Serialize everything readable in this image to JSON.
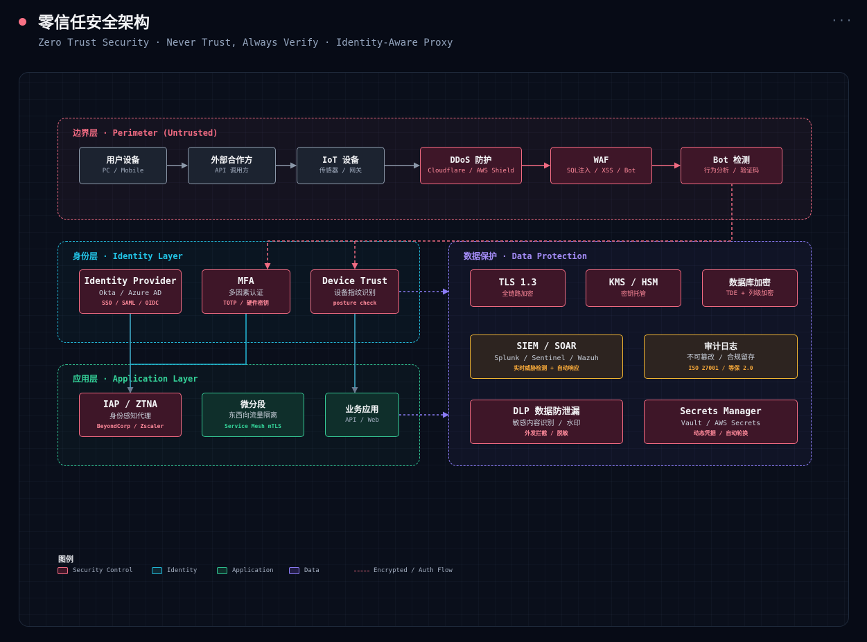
{
  "header": {
    "title": "零信任安全架构",
    "subtitle": "Zero Trust Security · Never Trust, Always Verify · Identity-Aware Proxy",
    "menu_icon": "ellipsis-icon"
  },
  "colors": {
    "perimeter": "#f16b82",
    "identity": "#22b8d8",
    "application": "#2fbf8f",
    "data": "#8b7cf6",
    "siem": "#f0b432"
  },
  "zones": {
    "perimeter": "边界层 · Perimeter (Untrusted)",
    "identity": "身份层 · Identity Layer",
    "application": "应用层 · Application Layer",
    "data": "数据保护 · Data Protection"
  },
  "nodes": {
    "user_device": {
      "title": "用户设备",
      "sub": "PC / Mobile"
    },
    "partner": {
      "title": "外部合作方",
      "sub": "API 调用方"
    },
    "iot": {
      "title": "IoT 设备",
      "sub": "传感器 / 网关"
    },
    "ddos": {
      "title": "DDoS 防护",
      "sub": "Cloudflare / AWS Shield"
    },
    "waf": {
      "title": "WAF",
      "sub": "SQL注入 / XSS / Bot"
    },
    "bot": {
      "title": "Bot 检测",
      "sub": "行为分析 / 验证码"
    },
    "idp": {
      "title": "Identity Provider",
      "sub": "Okta / Azure AD",
      "detail": "SSO / SAML / OIDC"
    },
    "mfa": {
      "title": "MFA",
      "sub": "多因素认证",
      "detail": "TOTP / 硬件密钥"
    },
    "device_trust": {
      "title": "Device Trust",
      "sub": "设备指纹识别",
      "detail": "posture check"
    },
    "iap": {
      "title": "IAP / ZTNA",
      "sub": "身份感知代理",
      "detail": "BeyondCorp / Zscaler"
    },
    "microseg": {
      "title": "微分段",
      "sub": "东西向流量隔离",
      "detail": "Service Mesh mTLS"
    },
    "bizapp": {
      "title": "业务应用",
      "sub": "API / Web"
    },
    "tls": {
      "title": "TLS 1.3",
      "sub": "全链路加密"
    },
    "kms": {
      "title": "KMS / HSM",
      "sub": "密钥托管"
    },
    "dbenc": {
      "title": "数据库加密",
      "sub": "TDE + 列级加密"
    },
    "siem": {
      "title": "SIEM / SOAR",
      "sub": "Splunk / Sentinel / Wazuh",
      "detail": "实时威胁检测 + 自动响应"
    },
    "audit": {
      "title": "审计日志",
      "sub": "不可篡改 / 合规留存",
      "detail": "ISO 27001 / 等保 2.0"
    },
    "dlp": {
      "title": "DLP 数据防泄漏",
      "sub": "敏感内容识别 / 水印",
      "detail": "外发拦截 / 脱敏"
    },
    "secrets": {
      "title": "Secrets Manager",
      "sub": "Vault / AWS Secrets",
      "detail": "动态凭据 / 自动轮换"
    }
  },
  "legend": {
    "title": "图例",
    "items": [
      "Security Control",
      "Identity",
      "Application",
      "Data"
    ],
    "flow": "Encrypted / Auth Flow"
  }
}
